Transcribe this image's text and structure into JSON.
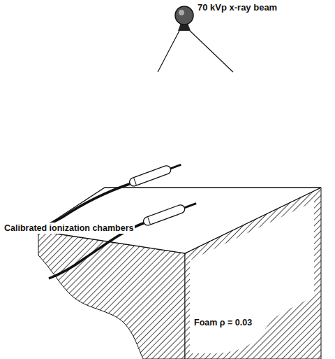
{
  "diagram": {
    "labels": [
      "70 kVp x-ray beam",
      "Calibrated ionization chambers",
      "Foam ρ = 0.03"
    ]
  }
}
